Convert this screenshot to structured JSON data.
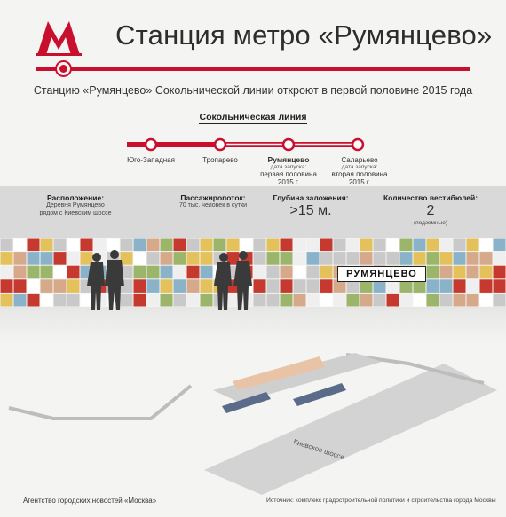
{
  "header": {
    "title": "Станция метро «Румянцево»",
    "subtitle": "Станцию «Румянцево» Сокольнической линии откроют в первой половине 2015 года",
    "brand_color": "#c8102e",
    "logo_icon": "metro-m-icon"
  },
  "line": {
    "name": "Сокольническая линия",
    "stations": [
      {
        "name": "Юго-Западная",
        "note_label": "",
        "note": ""
      },
      {
        "name": "Тропарево",
        "note_label": "",
        "note": ""
      },
      {
        "name": "Румянцево",
        "note_label": "дата запуска:",
        "note": "первая половина 2015 г."
      },
      {
        "name": "Саларьево",
        "note_label": "дата запуска:",
        "note": "вторая половина 2015 г."
      }
    ]
  },
  "info": {
    "location": {
      "label": "Расположение:",
      "value1": "Деревня Румянцево",
      "value2": "рядом с Киевским шоссе"
    },
    "traffic": {
      "label": "Пассажиропоток:",
      "value": "70 тыс. человек в сутки"
    },
    "depth": {
      "label": "Глубина заложения:",
      "value": ">15 м."
    },
    "lobbies": {
      "label": "Количество вестибюлей:",
      "value": "2",
      "note": "(подземные)"
    }
  },
  "sign": {
    "text": "РУМЯНЦЕВО"
  },
  "map": {
    "road_label": "Киевское шоссе"
  },
  "footer": {
    "left": "Агентство городских новостей «Москва»",
    "right": "Источник: комплекс градостроительной политики и строительства города Москвы"
  }
}
